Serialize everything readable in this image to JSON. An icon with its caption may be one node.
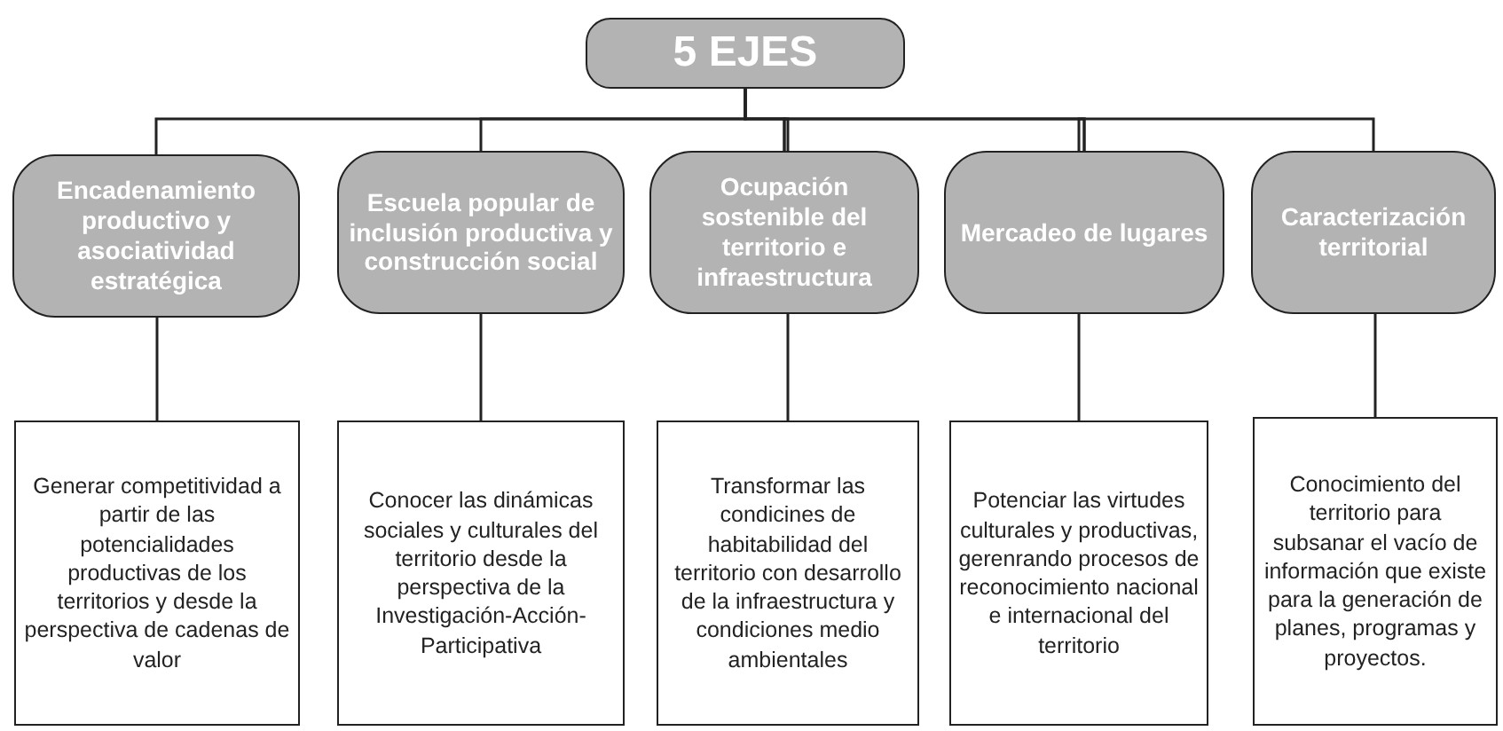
{
  "diagram": {
    "nodes": [
      {
        "text": [
          "5 EJES"
        ]
      },
      {
        "text": [
          "Encadenamiento productivo y asociatividad estratégica"
        ]
      },
      {
        "text": [
          "Escuela popular de inclusión productiva y construcción social"
        ]
      },
      {
        "text": [
          "Ocupación sostenible del territorio e infraestructura"
        ]
      },
      {
        "text": [
          "Mercadeo de lugares"
        ]
      },
      {
        "text": [
          "Caracterización territorial"
        ]
      },
      {
        "text": [
          "Generar competitividad a partir de las potencialidades productivas de los territorios y desde la perspectiva de cadenas de valor"
        ]
      },
      {
        "text": [
          "Conocer las dinámicas sociales y culturales del territorio desde la perspectiva de la Investigación-Acción-Participativa"
        ]
      },
      {
        "text": [
          "Transformar las condicines de habitabilidad del territorio con desarrollo de la infraestructura y condiciones medio ambientales"
        ]
      },
      {
        "text": [
          "Potenciar las virtudes culturales y productivas, gerenrando procesos de reconocimiento nacional e internacional del territorio"
        ]
      },
      {
        "text": [
          "Conocimiento del territorio para subsanar el vacío de información que existe para la generación de planes, programas y proyectos."
        ]
      }
    ],
    "edges": [
      {
        "from": 0,
        "to": 1,
        "arrow": "none"
      },
      {
        "from": 0,
        "to": 2,
        "arrow": "none"
      },
      {
        "from": 0,
        "to": 3,
        "arrow": "none"
      },
      {
        "from": 0,
        "to": 4,
        "arrow": "none"
      },
      {
        "from": 0,
        "to": 5,
        "arrow": "none"
      },
      {
        "from": 1,
        "to": 6,
        "arrow": "none"
      },
      {
        "from": 2,
        "to": 7,
        "arrow": "none"
      },
      {
        "from": 3,
        "to": 8,
        "arrow": "none"
      },
      {
        "from": 4,
        "to": 9,
        "arrow": "none"
      },
      {
        "from": 5,
        "to": 10,
        "arrow": "none"
      }
    ]
  }
}
